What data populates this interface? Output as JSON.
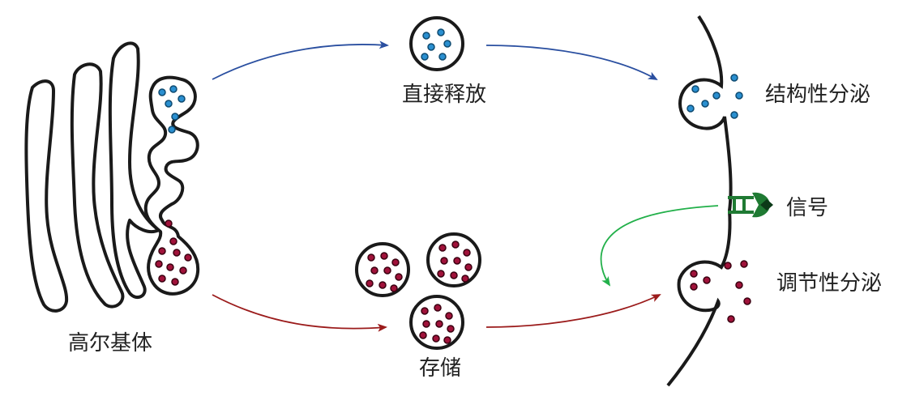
{
  "labels": {
    "golgi": "高尔基体",
    "direct_release": "直接释放",
    "storage": "存储",
    "constitutive_secretion": "结构性分泌",
    "signal": "信号",
    "regulated_secretion": "调节性分泌"
  },
  "colors": {
    "outline": "#1a1a1a",
    "constitutive_dot": "#2a8fd0",
    "regulated_dot": "#a0123a",
    "constitutive_arrow": "#2a4fa0",
    "regulated_arrow": "#9b1b1b",
    "signal_arrow": "#22b04a",
    "receptor": "#1f7a33"
  }
}
